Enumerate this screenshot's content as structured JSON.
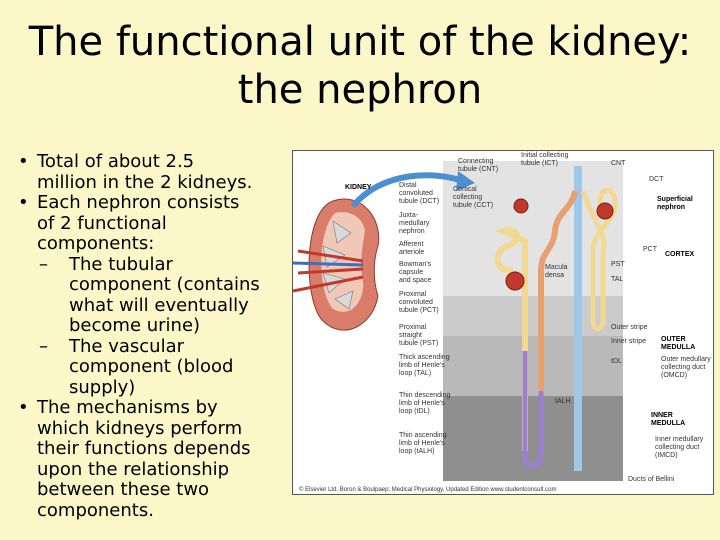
{
  "slide": {
    "title_line1": "The functional unit of the kidney:",
    "title_line2": "the nephron",
    "bullets": {
      "b1_l1": "Total of about 2.5",
      "b1_l2": "million in the 2 kidneys.",
      "b2_l1": "Each nephron consists",
      "b2_l2": "of 2 functional",
      "b2_l3": "components:",
      "s1_l1": "The tubular",
      "s1_l2": "component (contains",
      "s1_l3": "what will eventually",
      "s1_l4": "become urine)",
      "s2_l1": "The vascular",
      "s2_l2": "component (blood",
      "s2_l3": "supply)",
      "b3_l1": "The mechanisms by",
      "b3_l2": "which kidneys perform",
      "b3_l3": "their functions depends",
      "b3_l4": "upon the relationship",
      "b3_l5": "between these two",
      "b3_l6": "components."
    },
    "bullet_glyph": "•",
    "dash_glyph": "–"
  },
  "figure": {
    "kidney": "KIDNEY",
    "connecting_tubule_1": "Connecting",
    "connecting_tubule_2": "tubule (CNT)",
    "initial_collecting_1": "Initial collecting",
    "initial_collecting_2": "tubule (ICT)",
    "cnt": "CNT",
    "dct": "DCT",
    "distal_convoluted_1": "Distal",
    "distal_convoluted_2": "convoluted",
    "distal_convoluted_3": "tubule (DCT)",
    "cortical_collecting_1": "Cortical",
    "cortical_collecting_2": "collecting",
    "cortical_collecting_3": "tubule (CCT)",
    "juxtamedullary_1": "Juxta-",
    "juxtamedullary_2": "medullary",
    "juxtamedullary_3": "nephron",
    "superficial_1": "Superficial",
    "superficial_2": "nephron",
    "afferent_1": "Afferent",
    "afferent_2": "arteriole",
    "bowmans_1": "Bowman's",
    "bowmans_2": "capsule",
    "bowmans_3": "and space",
    "macula_1": "Macula",
    "macula_2": "densa",
    "pct": "PCT",
    "cortex": "CORTEX",
    "pst": "PST",
    "tal": "TAL",
    "proximal_convoluted_1": "Proximal",
    "proximal_convoluted_2": "convoluted",
    "proximal_convoluted_3": "tubule (PCT)",
    "proximal_straight_1": "Proximal",
    "proximal_straight_2": "straight",
    "proximal_straight_3": "tubule (PST)",
    "outer_stripe": "Outer stripe",
    "inner_stripe": "Inner stripe",
    "outer_medulla_1": "OUTER",
    "outer_medulla_2": "MEDULLA",
    "tdl": "tDL",
    "thick_ascending_1": "Thick ascending",
    "thick_ascending_2": "limb of Henle's",
    "thick_ascending_3": "loop (TAL)",
    "omcd_1": "Outer medullary",
    "omcd_2": "collecting duct",
    "omcd_3": "(OMCD)",
    "thin_descending_1": "Thin descending",
    "thin_descending_2": "limb of Henle's",
    "thin_descending_3": "loop (tDL)",
    "tal_h": "tALH",
    "inner_medulla_1": "INNER",
    "inner_medulla_2": "MEDULLA",
    "thin_ascending_1": "Thin ascending",
    "thin_ascending_2": "limb of Henle's",
    "thin_ascending_3": "loop (tALH)",
    "imcd_1": "Inner medullary",
    "imcd_2": "collecting duct",
    "imcd_3": "(IMCD)",
    "ducts_bellini": "Ducts of Bellini",
    "credit": "© Elsevier Ltd. Boron & Boulpaep: Medical Physiology, Updated Edition  www.studentconsult.com",
    "colors": {
      "cortex_band": "#e3e3e3",
      "outer_stripe": "#cbcbcb",
      "inner_stripe": "#b9b9b9",
      "inner_medulla": "#8f8f8f",
      "tubule_proximal": "#f2d890",
      "tubule_tal": "#e8a070",
      "thin_limb": "#9b7fd0",
      "collecting_duct": "#9ec8e8",
      "kidney": "#d97d6a",
      "arrow": "#4a90d0"
    }
  }
}
